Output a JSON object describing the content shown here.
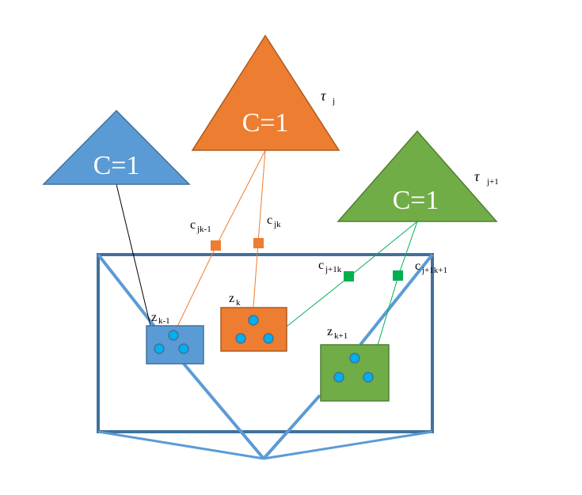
{
  "colors": {
    "blue": "#5b9bd5",
    "blue_dark": "#41719c",
    "orange": "#ed7d31",
    "orange_dark": "#ae5a21",
    "green": "#70ad47",
    "green_dark": "#507e32",
    "green_edge": "#00b050",
    "node_fill": "#00b0f0",
    "frame": "#41719c",
    "frame_light": "#5b9bd5"
  },
  "triangles": {
    "left": {
      "label": "C=1"
    },
    "middle": {
      "label": "C=1",
      "tau": "τ",
      "tau_sub": "j"
    },
    "right": {
      "label": "C=1",
      "tau": "τ",
      "tau_sub": "j+1"
    }
  },
  "boxes": {
    "left": {
      "label": "z",
      "sub": "k-1"
    },
    "middle": {
      "label": "z",
      "sub": "k"
    },
    "right": {
      "label": "z",
      "sub": "k+1"
    }
  },
  "connectors": {
    "c1": {
      "label": "c",
      "sub": "jk-1"
    },
    "c2": {
      "label": "c",
      "sub": "jk"
    },
    "c3": {
      "label": "c",
      "sub": "j+1k"
    },
    "c4": {
      "label": "c",
      "sub": "j+1k+1"
    }
  }
}
